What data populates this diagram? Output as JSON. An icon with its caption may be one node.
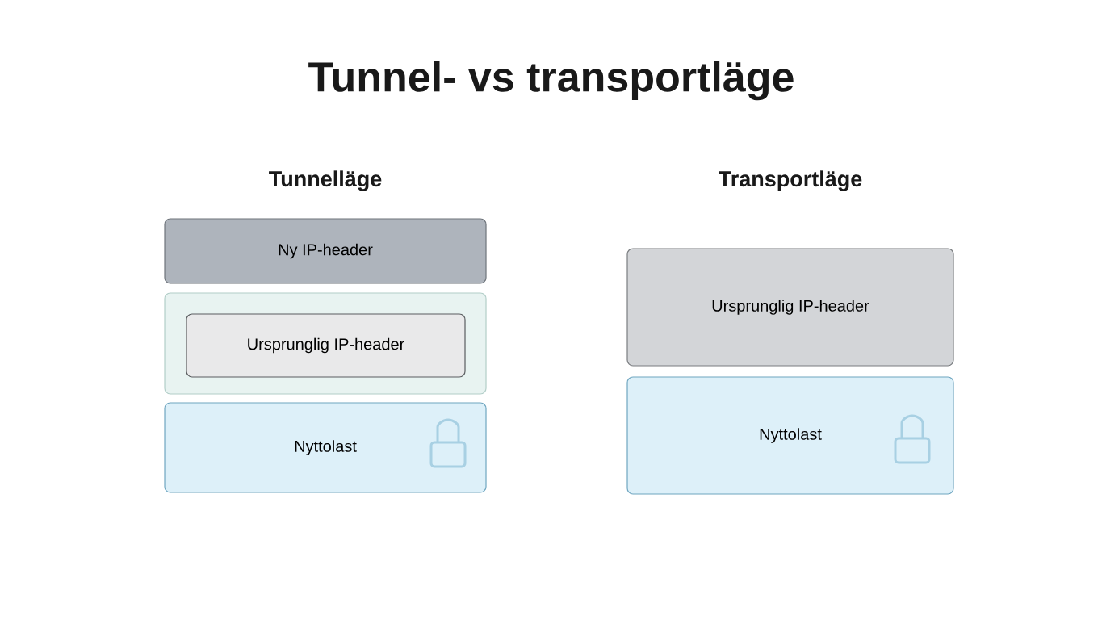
{
  "diagram": {
    "title": "Tunnel- vs transportläge",
    "nodes": [
      {
        "text": [
          "Ny IP-header"
        ]
      },
      {
        "text": [],
        "shape": "box"
      },
      {
        "text": [
          "Ursprunglig IP-header"
        ],
        "in": 1
      },
      {
        "text": [
          "Nyttolast"
        ]
      },
      {
        "text": [
          "Ursprunglig IP-header"
        ]
      },
      {
        "text": [
          "Nyttolast"
        ]
      }
    ],
    "labels": [
      "Tunnelläge",
      "Transportläge"
    ]
  }
}
